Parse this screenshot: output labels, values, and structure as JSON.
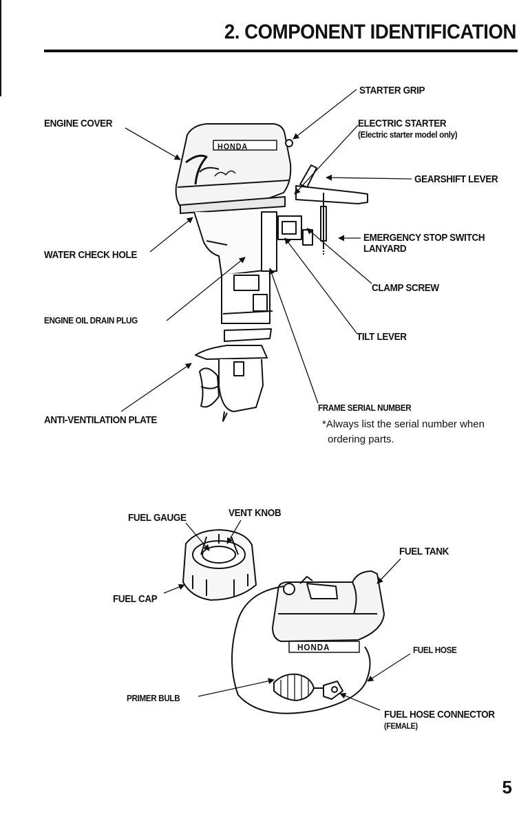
{
  "header": {
    "title": "2. COMPONENT IDENTIFICATION"
  },
  "outboard": {
    "brand_label": "HONDA",
    "labels": {
      "starter_grip": "STARTER GRIP",
      "engine_cover": "ENGINE COVER",
      "electric_starter": "ELECTRIC STARTER",
      "electric_starter_note": "(Electric starter model only)",
      "gearshift_lever": "GEARSHIFT LEVER",
      "emergency_stop_line1": "EMERGENCY STOP SWITCH",
      "emergency_stop_line2": "LANYARD",
      "water_check_hole": "WATER CHECK HOLE",
      "clamp_screw": "CLAMP SCREW",
      "engine_oil_drain_plug": "ENGINE OIL DRAIN PLUG",
      "tilt_lever": "TILT LEVER",
      "frame_serial_number": "FRAME SERIAL NUMBER",
      "serial_note_line1": "*Always list the serial number when",
      "serial_note_line2": "ordering parts.",
      "anti_ventilation_plate": "ANTI-VENTILATION PLATE"
    }
  },
  "fuel_system": {
    "brand_label": "HONDA",
    "labels": {
      "fuel_gauge": "FUEL GAUGE",
      "vent_knob": "VENT KNOB",
      "fuel_tank": "FUEL TANK",
      "fuel_cap": "FUEL CAP",
      "fuel_hose": "FUEL HOSE",
      "primer_bulb": "PRIMER BULB",
      "fuel_hose_connector_line1": "FUEL HOSE CONNECTOR",
      "fuel_hose_connector_line2": "(FEMALE)"
    }
  },
  "footer": {
    "page_number": "5"
  }
}
